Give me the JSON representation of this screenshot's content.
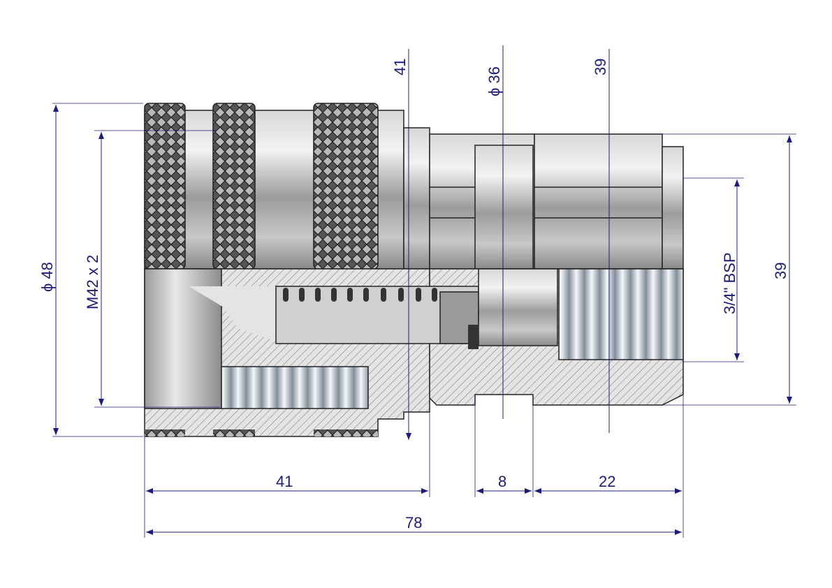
{
  "dimensions": {
    "top_41": "41",
    "top_phi36": "ϕ 36",
    "top_39": "39",
    "left_phi48": "ϕ 48",
    "left_m42": "M42 x 2",
    "right_bsp": "3/4\" BSP",
    "right_39": "39",
    "bottom_41": "41",
    "bottom_8": "8",
    "bottom_22": "22",
    "bottom_78": "78"
  },
  "colors": {
    "dimension": "#1c1c78",
    "metal": "#b8b8b8",
    "outline": "#222222"
  }
}
